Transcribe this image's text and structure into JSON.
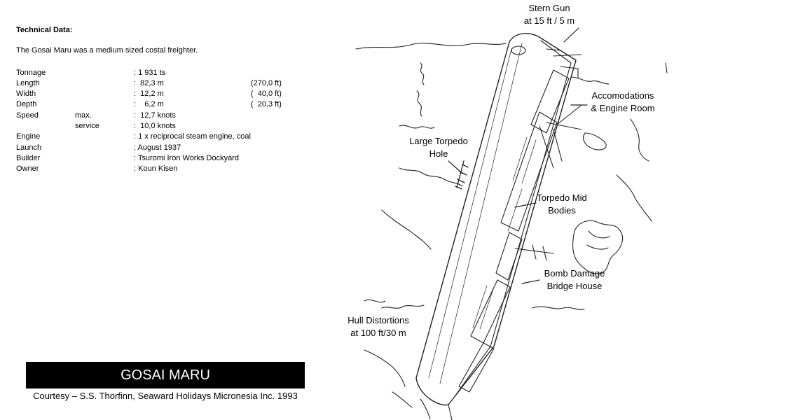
{
  "technical": {
    "heading": "Technical Data:",
    "intro": "The Gosai Maru was a medium sized costal freighter.",
    "rows": [
      {
        "label": "Tonnage",
        "qualifier": "",
        "value": ": 1 931 ts",
        "imperial": ""
      },
      {
        "label": "Length",
        "qualifier": "",
        "value": ":  82,3 m",
        "imperial": "(270,0 ft)"
      },
      {
        "label": "Width",
        "qualifier": "",
        "value": ":  12,2 m",
        "imperial": "(  40,0 ft)"
      },
      {
        "label": "Depth",
        "qualifier": "",
        "value": ":    6,2 m",
        "imperial": "(  20,3 ft)"
      },
      {
        "label": "Speed",
        "qualifier": "max.",
        "value": ":  12,7 knots",
        "imperial": ""
      },
      {
        "label": "",
        "qualifier": "service",
        "value": ":  10,0 knots",
        "imperial": ""
      },
      {
        "label": "Engine",
        "qualifier": "",
        "value": ": 1 x reciprocal steam engine, coal",
        "imperial": ""
      },
      {
        "label": "Launch",
        "qualifier": "",
        "value": ": August 1937",
        "imperial": ""
      },
      {
        "label": "Builder",
        "qualifier": "",
        "value": ": Tsuromi Iron Works Dockyard",
        "imperial": ""
      },
      {
        "label": "Owner",
        "qualifier": "",
        "value": ": Koun Kisen",
        "imperial": ""
      }
    ]
  },
  "banner": {
    "title": "GOSAI MARU"
  },
  "courtesy": "Courtesy – S.S. Thorfinn, Seaward Holidays Micronesia Inc. 1993",
  "labels": {
    "stern_gun": {
      "line1": "Stern Gun",
      "line2": "at 15 ft / 5 m"
    },
    "accommodations": {
      "line1": "Accomodations",
      "line2": "& Engine Room"
    },
    "torpedo_hole": {
      "line1": "Large Torpedo",
      "line2": "Hole"
    },
    "torpedo_mid": {
      "line1": "Torpedo Mid",
      "line2": "Bodies"
    },
    "bomb_damage": {
      "line1": "Bomb Damage",
      "line2": "Bridge House"
    },
    "hull_distortions": {
      "line1": "Hull Distortions",
      "line2": "at 100 ft/30 m"
    }
  }
}
